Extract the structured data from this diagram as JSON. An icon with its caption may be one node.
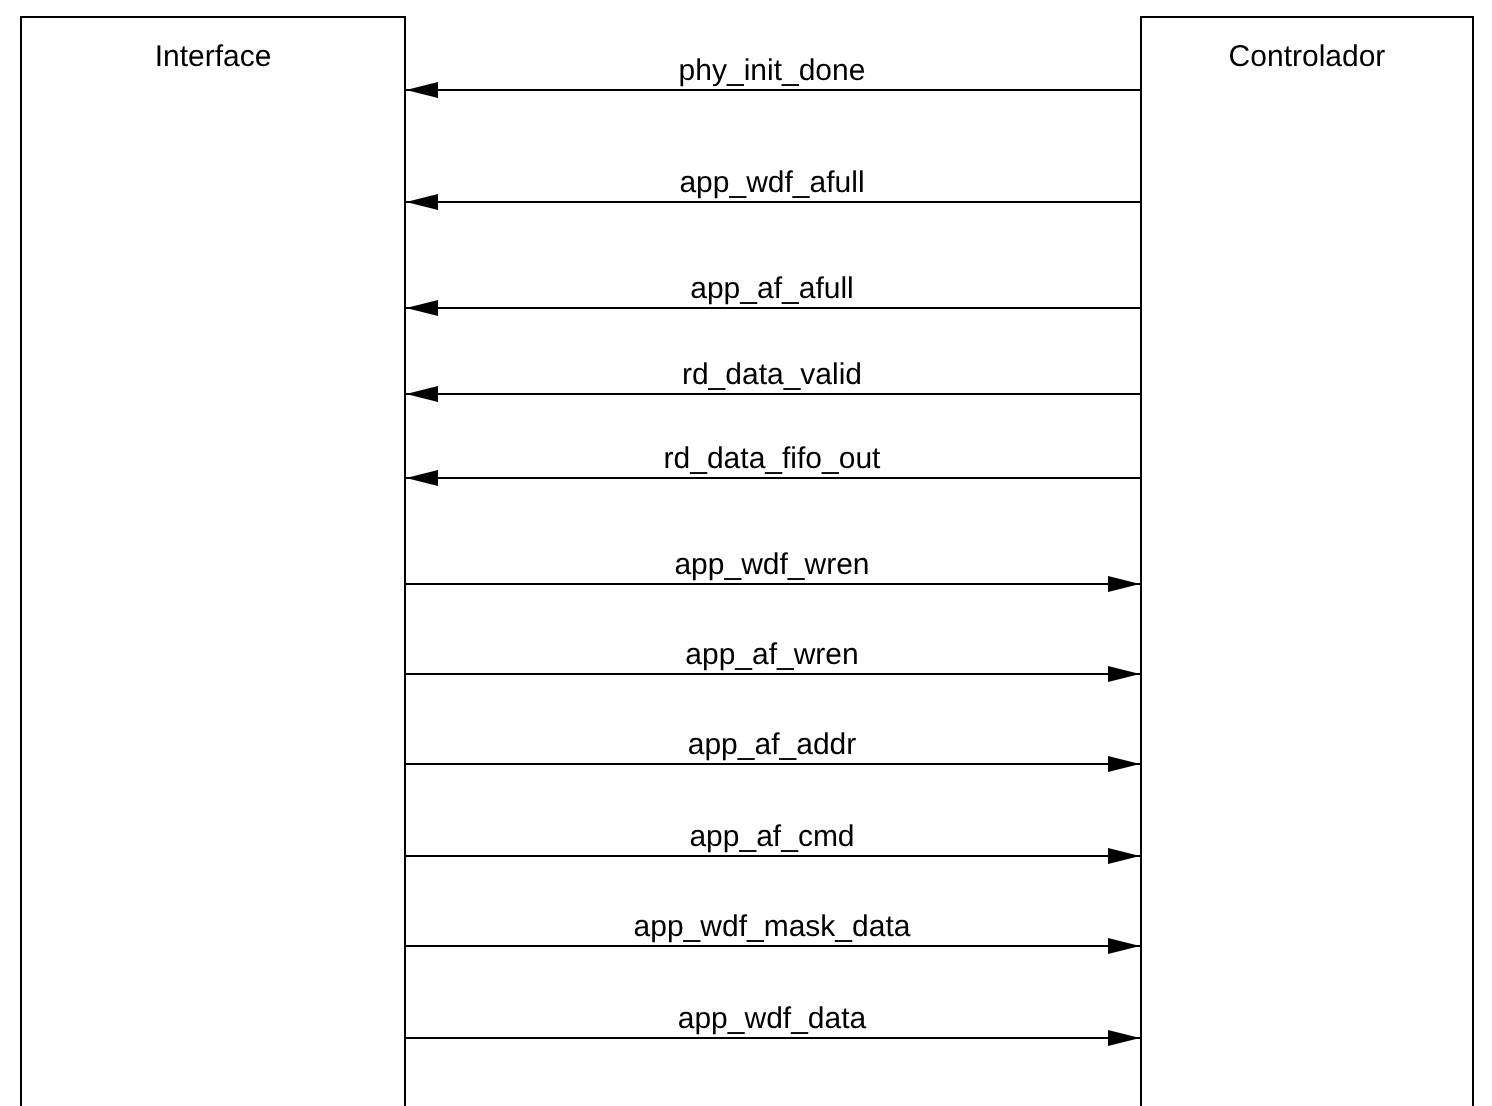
{
  "diagram": {
    "nodes": [
      {
        "text": [
          "Interface"
        ]
      },
      {
        "text": [
          "Controlador"
        ]
      }
    ],
    "edges": [
      {
        "from": 1,
        "to": 0,
        "arrow": "to",
        "label": "phy_init_done"
      },
      {
        "from": 1,
        "to": 0,
        "arrow": "to",
        "label": "app_wdf_afull"
      },
      {
        "from": 1,
        "to": 0,
        "arrow": "to",
        "label": "app_af_afull"
      },
      {
        "from": 1,
        "to": 0,
        "arrow": "to",
        "label": "rd_data_valid"
      },
      {
        "from": 1,
        "to": 0,
        "arrow": "to",
        "label": "rd_data_fifo_out"
      },
      {
        "from": 0,
        "to": 1,
        "arrow": "to",
        "label": "app_wdf_wren"
      },
      {
        "from": 0,
        "to": 1,
        "arrow": "to",
        "label": "app_af_wren"
      },
      {
        "from": 0,
        "to": 1,
        "arrow": "to",
        "label": "app_af_addr"
      },
      {
        "from": 0,
        "to": 1,
        "arrow": "to",
        "label": "app_af_cmd"
      },
      {
        "from": 0,
        "to": 1,
        "arrow": "to",
        "label": "app_wdf_mask_data"
      },
      {
        "from": 0,
        "to": 1,
        "arrow": "to",
        "label": "app_wdf_data"
      }
    ]
  }
}
